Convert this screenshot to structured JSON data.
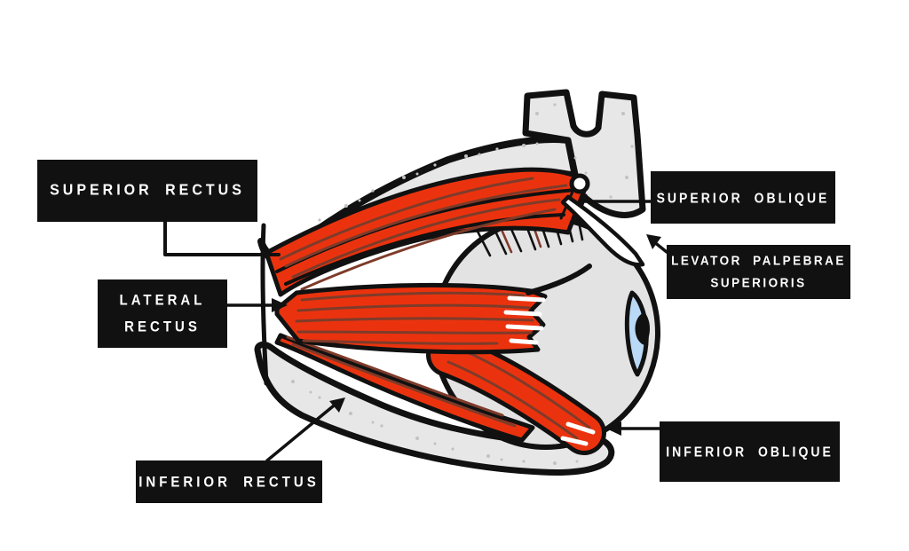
{
  "diagram": {
    "subject": "Extraocular muscles of the eye (lateral view)"
  },
  "labels": {
    "superior_rectus": {
      "lines": [
        "SUPERIOR RECTUS"
      ]
    },
    "lateral_rectus": {
      "lines": [
        "LATERAL",
        "RECTUS"
      ]
    },
    "inferior_rectus": {
      "lines": [
        "INFERIOR RECTUS"
      ]
    },
    "superior_oblique": {
      "lines": [
        "SUPERIOR OBLIQUE"
      ]
    },
    "levator_palpebrae": {
      "lines": [
        "LEVATOR PALPEBRAE",
        "SUPERIORIS"
      ]
    },
    "inferior_oblique": {
      "lines": [
        "INFERIOR OBLIQUE"
      ]
    }
  },
  "colors": {
    "background": "#ffffff",
    "muscle_red": "#ea330e",
    "muscle_striation": "#7e3b2a",
    "bone_gray": "#e7e7e7",
    "bone_stipple": "#c2c2c2",
    "eyeball_gray": "#e3e3e3",
    "iris_blue": "#b9d9f7",
    "outline_black": "#111111",
    "label_bg": "#111111",
    "label_text": "#ffffff"
  }
}
